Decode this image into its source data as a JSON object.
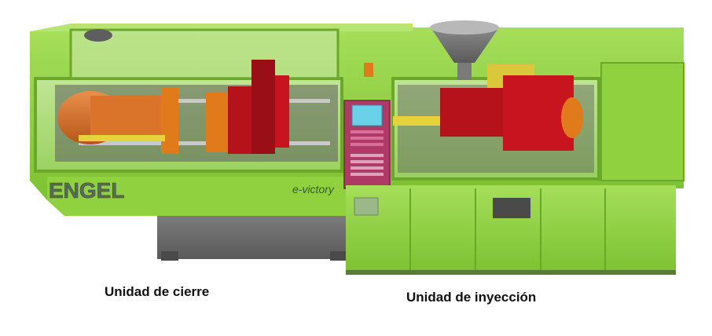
{
  "labels": {
    "clamping_unit": "Unidad de cierre",
    "injection_unit": "Unidad de inyección"
  },
  "machine": {
    "brand": "ENGEL",
    "model": "e-victory"
  },
  "colors": {
    "body_green": "#8fd13f",
    "dark_green": "#6aa82a",
    "light_green": "#b2e36a",
    "frame_gray": "#6e6e6e",
    "mold_red": "#b5121b",
    "platen_orange": "#e07a1a",
    "control_panel": "#b03a66",
    "screen_cyan": "#6ad2e8",
    "hopper_gray": "#9a9a9a",
    "screw_yellow": "#e6d23c"
  }
}
